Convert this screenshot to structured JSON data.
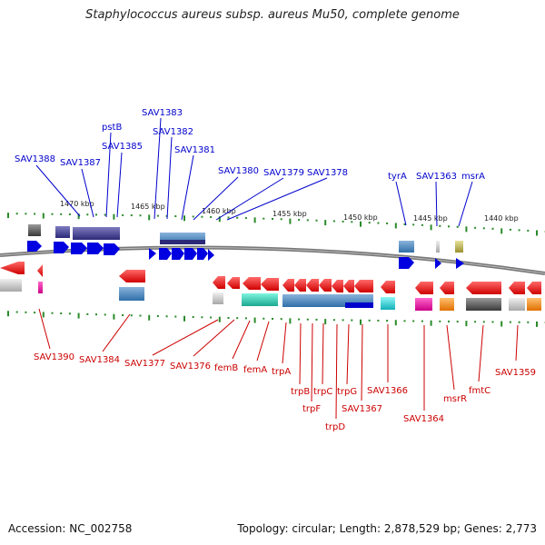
{
  "title": "Staphylococcus aureus subsp. aureus Mu50, complete genome",
  "footer": {
    "accession": "Accession: NC_002758",
    "topology": "Topology: circular; Length: 2,878,529 bp; Genes: 2,773"
  },
  "colors": {
    "forward_label": "#0000cc",
    "reverse_label": "#cc0000",
    "backbone": "#777777",
    "tick": "#2a8a2a"
  },
  "scale_labels": [
    "1470 kbp",
    "1465 kbp",
    "1460 kbp",
    "1455 kbp",
    "1450 kbp",
    "1445 kbp",
    "1440 kbp"
  ],
  "forward_genes": [
    "SAV1388",
    "SAV1387",
    "pstB",
    "SAV1385",
    "SAV1383",
    "SAV1382",
    "SAV1381",
    "SAV1380",
    "SAV1379",
    "SAV1378",
    "tyrA",
    "SAV1363",
    "msrA"
  ],
  "reverse_genes": [
    "SAV1390",
    "SAV1384",
    "SAV1377",
    "SAV1376",
    "femB",
    "femA",
    "trpA",
    "trpB",
    "trpF",
    "trpC",
    "trpD",
    "trpG",
    "SAV1367",
    "SAV1366",
    "SAV1364",
    "msrR",
    "fmtC",
    "SAV1359"
  ]
}
